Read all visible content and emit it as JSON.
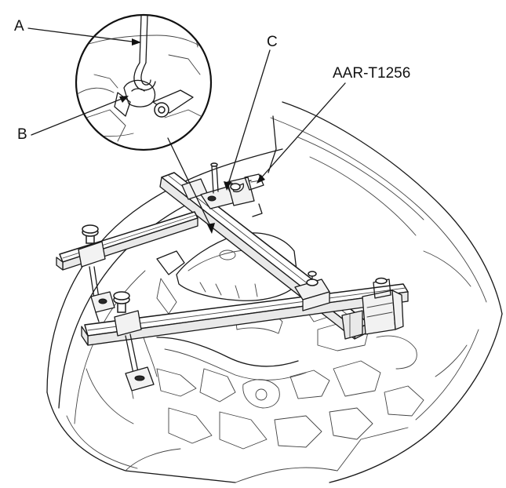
{
  "callouts": {
    "a": "A",
    "b": "B",
    "c": "C",
    "tool": "AAR-T1256"
  }
}
